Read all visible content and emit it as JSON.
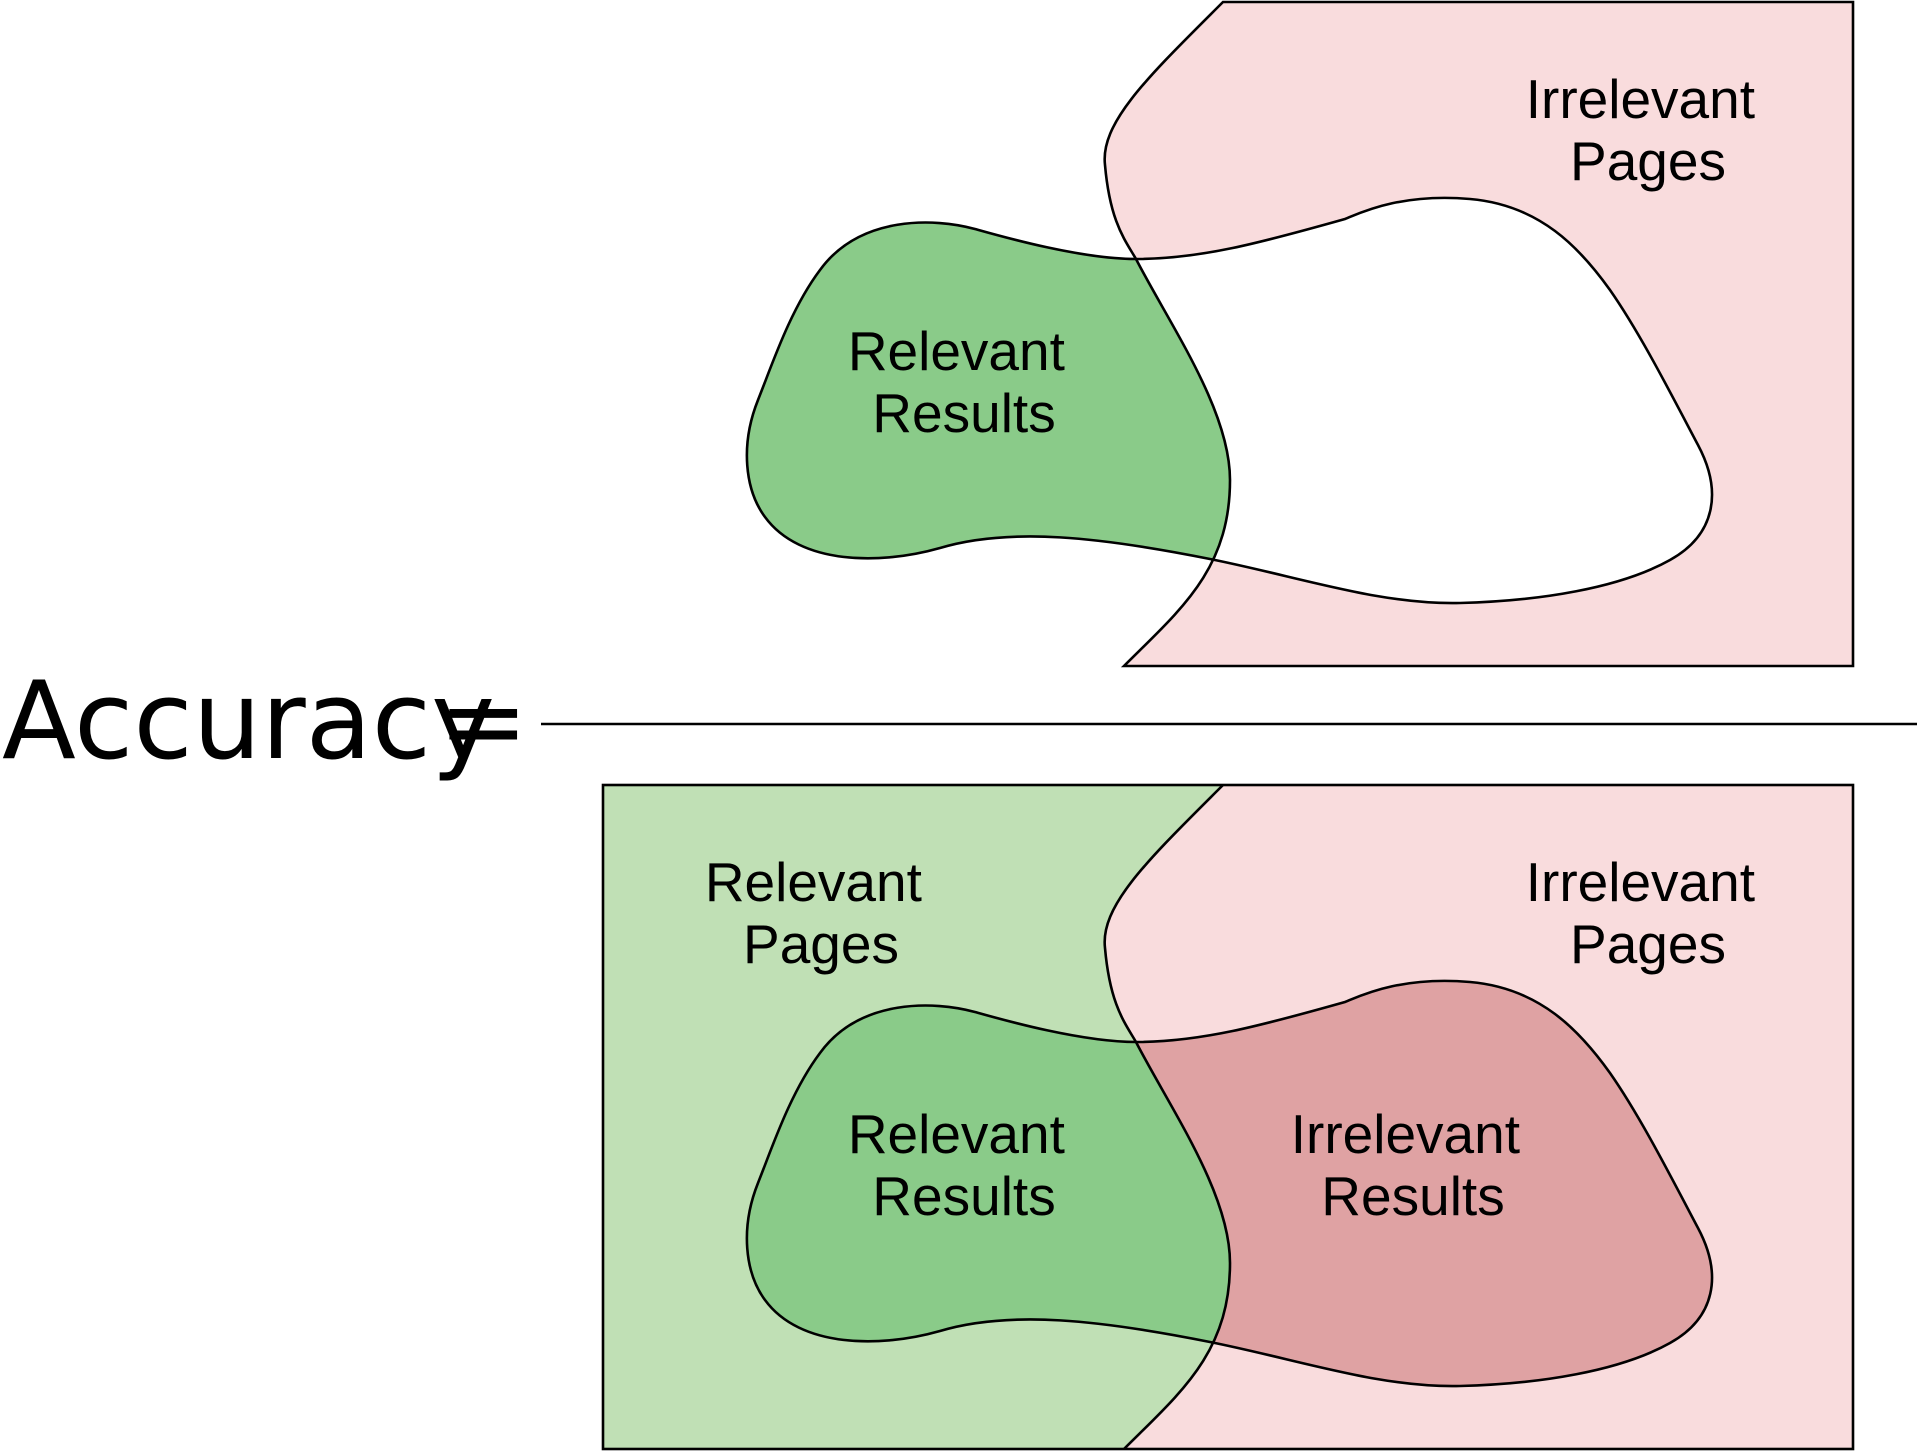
{
  "equation": {
    "lhs": "Accuracy",
    "operator": "="
  },
  "numerator": {
    "irrelevant_pages": [
      "Irrelevant",
      "Pages"
    ],
    "relevant_results": [
      "Relevant",
      "Results"
    ]
  },
  "denominator": {
    "relevant_pages": [
      "Relevant",
      "Pages"
    ],
    "irrelevant_pages": [
      "Irrelevant",
      "Pages"
    ],
    "relevant_results": [
      "Relevant",
      "Results"
    ],
    "irrelevant_results": [
      "Irrelevant",
      "Results"
    ]
  },
  "colors": {
    "relevant_pages": "#c0e0b5",
    "irrelevant_pages": "#f9dcdd",
    "relevant_results": "#8acb89",
    "irrelevant_results": "#dfa2a3",
    "outline": "#000000"
  }
}
